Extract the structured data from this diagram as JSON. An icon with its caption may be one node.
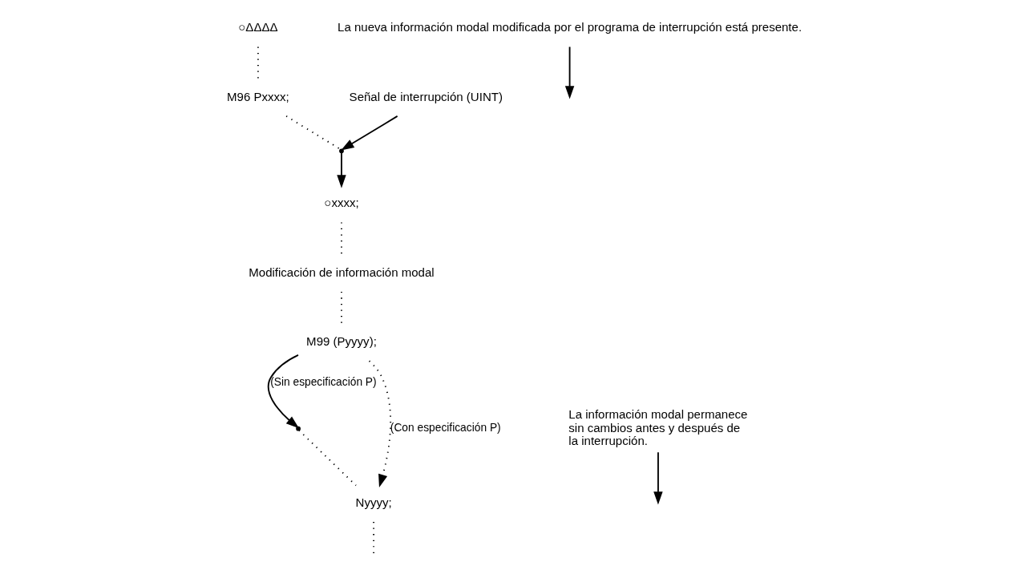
{
  "diagram": {
    "nodes": [
      {
        "text": [
          "○ΔΔΔΔ"
        ]
      },
      {
        "text": [
          "M96 Pxxxx;"
        ]
      },
      {
        "text": [
          "Señal de interrupción (UINT)"
        ]
      },
      {
        "text": [],
        "shape": "point"
      },
      {
        "text": [
          "○xxxx;"
        ]
      },
      {
        "text": [
          "Modificación de información modal"
        ]
      },
      {
        "text": [],
        "shape": "point"
      },
      {
        "text": [
          "La información modal permanece sin cambios antes y después de la interrupción."
        ]
      },
      {
        "text": [
          "M99 (Pyyyy);"
        ]
      },
      {
        "text": [
          "Nyyyy;"
        ]
      },
      {
        "text": [
          "La nueva información modal modificada por el programa de interrupción está presente."
        ]
      }
    ],
    "edges": [
      {
        "from": 0,
        "to": 1,
        "arrow": "none",
        "style": "dashed"
      },
      {
        "from": 1,
        "to": 3,
        "arrow": "none",
        "style": "dashed"
      },
      {
        "from": 2,
        "to": 3,
        "arrow": "to"
      },
      {
        "from": 3,
        "to": 4,
        "arrow": "to"
      },
      {
        "from": 4,
        "to": 5,
        "arrow": "none",
        "style": "dashed"
      },
      {
        "from": 5,
        "to": 8,
        "arrow": "none",
        "style": "dashed"
      },
      {
        "from": 8,
        "to": 6,
        "arrow": "to",
        "label": "(Sin especificación P)"
      },
      {
        "from": 6,
        "to": 9,
        "arrow": "none",
        "style": "dashed"
      },
      {
        "from": 7,
        "to": null,
        "arrow": "to"
      },
      {
        "from": 8,
        "to": 9,
        "arrow": "to",
        "style": "dashed",
        "label": "(Con especificación P)"
      },
      {
        "from": 10,
        "to": null,
        "arrow": "to"
      },
      {
        "from": 9,
        "to": null,
        "arrow": "none",
        "style": "dashed"
      }
    ]
  }
}
